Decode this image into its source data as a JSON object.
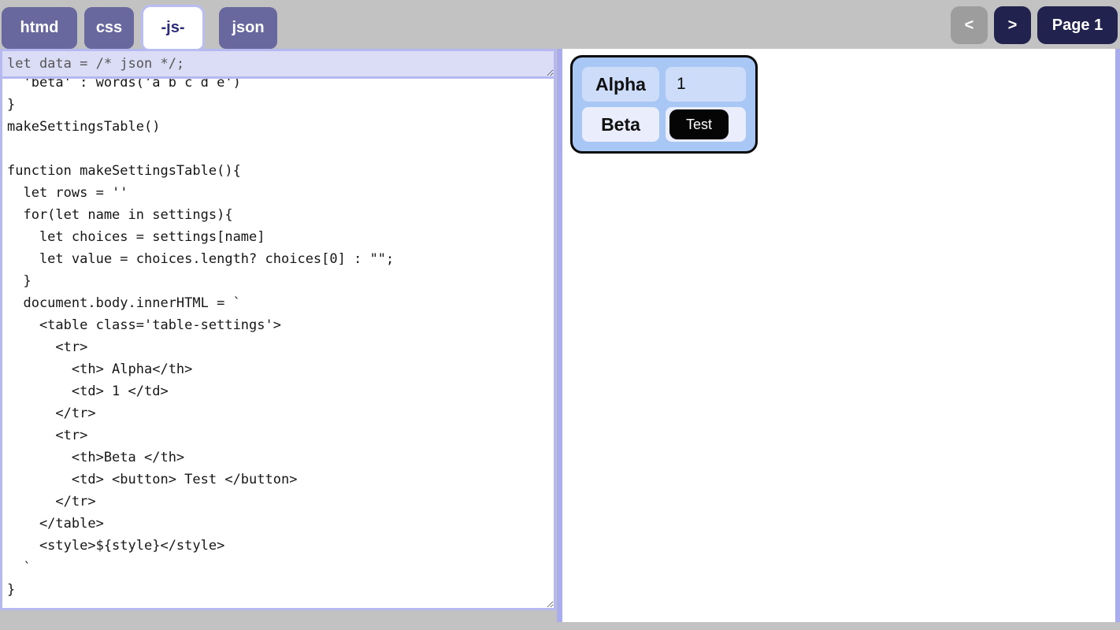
{
  "header": {
    "tabs": [
      {
        "label": "htmd",
        "active": false
      },
      {
        "label": "css",
        "active": false
      },
      {
        "label": "-js-",
        "active": true
      },
      {
        "label": "json",
        "active": false
      }
    ],
    "nav": {
      "prev": "<",
      "next": ">",
      "page": "Page 1"
    }
  },
  "editor": {
    "data_line": "let data = /* json */;",
    "code": "  'beta' : words('a b c d e')\n}\nmakeSettingsTable()\n\nfunction makeSettingsTable(){\n  let rows = ''\n  for(let name in settings){\n    let choices = settings[name]\n    let value = choices.length? choices[0] : \"\";\n  }\n  document.body.innerHTML = `\n    <table class='table-settings'>\n      <tr>\n        <th> Alpha</th>\n        <td> 1 </td>\n      </tr>\n      <tr>\n        <th>Beta </th>\n        <td> <button> Test </button>\n      </tr>\n    </table>\n    <style>${style}</style>\n  `\n}"
  },
  "preview": {
    "settings_table": {
      "rows": [
        {
          "header": "Alpha",
          "value": "1",
          "value_type": "text"
        },
        {
          "header": "Beta",
          "value": "Test",
          "value_type": "button"
        }
      ]
    }
  },
  "colors": {
    "tab_inactive_bg": "#68689e",
    "tab_active_text": "#2b2b7a",
    "nav_button_bg": "#22224f",
    "nav_button_disabled_bg": "#9d9d9d",
    "editor_accent_border": "#b6b9f0",
    "data_line_bg": "#dbddf6",
    "table_container_bg": "#a9c7f4",
    "table_row_odd_bg": "#cddcf9",
    "table_row_even_bg": "#eaedfb",
    "test_button_bg": "#050505"
  }
}
